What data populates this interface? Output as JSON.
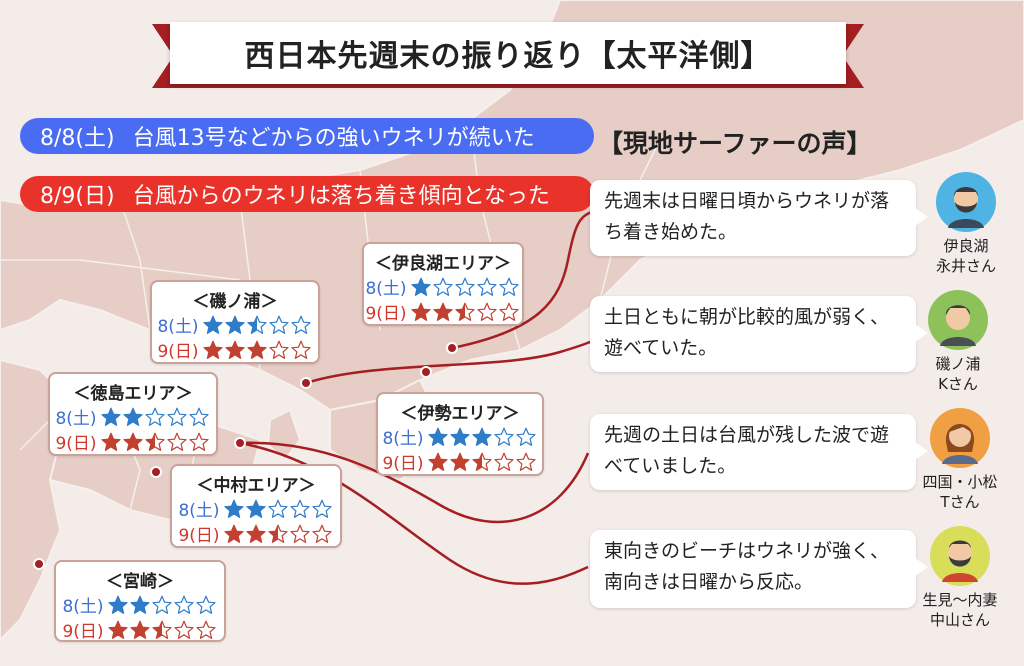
{
  "title": "西日本先週末の振り返り【太平洋側】",
  "dates": [
    {
      "date": "8/8(土)",
      "text": "台風13号などからの強いウネリが続いた",
      "color": "#4a6cf2"
    },
    {
      "date": "8/9(日)",
      "text": "台風からのウネリは落ち着き傾向となった",
      "color": "#e8322a"
    }
  ],
  "voices_title": "【現地サーファーの声】",
  "colors": {
    "sat_star": "#2f7cc9",
    "sun_star": "#c2402f",
    "accent": "#a41e22",
    "map_land": "#e3c7bf"
  },
  "areas": [
    {
      "id": "irago",
      "name": "＜伊良湖エリア＞",
      "sat_label": "8(土)",
      "sun_label": "9(日)",
      "sat_rating": 1,
      "sun_rating": 2.5
    },
    {
      "id": "isonoura",
      "name": "＜磯ノ浦＞",
      "sat_label": "8(土)",
      "sun_label": "9(日)",
      "sat_rating": 2.5,
      "sun_rating": 3
    },
    {
      "id": "tokushima",
      "name": "＜徳島エリア＞",
      "sat_label": "8(土)",
      "sun_label": "9(日)",
      "sat_rating": 2,
      "sun_rating": 2.5
    },
    {
      "id": "ise",
      "name": "＜伊勢エリア＞",
      "sat_label": "8(土)",
      "sun_label": "9(日)",
      "sat_rating": 3,
      "sun_rating": 2.5
    },
    {
      "id": "nakamura",
      "name": "＜中村エリア＞",
      "sat_label": "8(土)",
      "sun_label": "9(日)",
      "sat_rating": 2,
      "sun_rating": 2.5
    },
    {
      "id": "miyazaki",
      "name": "＜宮崎＞",
      "sat_label": "8(土)",
      "sun_label": "9(日)",
      "sat_rating": 2,
      "sun_rating": 2.5
    }
  ],
  "comments": [
    {
      "text": "先週末は日曜日頃からウネリが落ち着き始めた。",
      "place": "伊良湖",
      "person": "永井さん",
      "avatar": "bearded-man-icon",
      "avatar_bg": "#4fb3e3"
    },
    {
      "text": "土日ともに朝が比較的風が弱く、遊べていた。",
      "place": "磯ノ浦",
      "person": "Kさん",
      "avatar": "man-icon",
      "avatar_bg": "#8dc25a"
    },
    {
      "text": "先週の土日は台風が残した波で遊べていました。",
      "place": "四国・小松",
      "person": "Tさん",
      "avatar": "long-hair-man-icon",
      "avatar_bg": "#f0a042"
    },
    {
      "text": "東向きのビーチはウネリが強く、南向きは日曜から反応。",
      "place": "生見〜内妻",
      "person": "中山さん",
      "avatar": "bearded-man-icon",
      "avatar_bg": "#d8de5a"
    }
  ]
}
